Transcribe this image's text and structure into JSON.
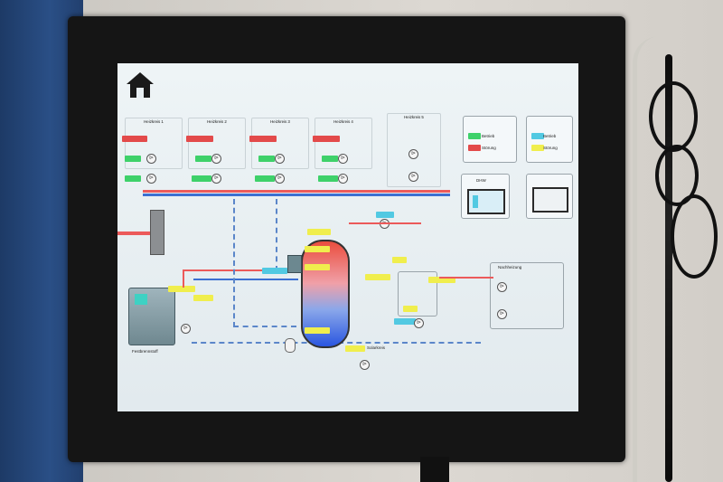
{
  "colors": {
    "heat_red": "#ec5a5a",
    "cold_blue": "#3c6fd1",
    "on_green": "#3ed16a",
    "value_yellow": "#f0ee4d",
    "value_cyan": "#52c9e2"
  },
  "icons": {
    "home": "home-icon"
  },
  "circuits": [
    {
      "title": "Heizkreis 1",
      "lines": [
        "",
        ""
      ],
      "setpoint": "",
      "pump": "",
      "flow": ""
    },
    {
      "title": "Heizkreis 2",
      "lines": [
        "",
        ""
      ],
      "setpoint": "",
      "pump": "",
      "flow": ""
    },
    {
      "title": "Heizkreis 3",
      "lines": [
        "",
        ""
      ],
      "setpoint": "",
      "pump": "",
      "flow": ""
    },
    {
      "title": "Heizkreis 4",
      "lines": [
        "",
        ""
      ],
      "setpoint": "",
      "pump": "",
      "flow": ""
    },
    {
      "title": "Heizkreis 5",
      "lines": [
        "",
        ""
      ],
      "setpoint": "",
      "pump": "",
      "flow": ""
    }
  ],
  "legend": {
    "box1": {
      "title": "",
      "on": "Betrieb",
      "off": "Störung"
    },
    "box2": {
      "title": "",
      "on": "Betrieb",
      "off": "Störung"
    },
    "box3": {
      "title": "DHW"
    },
    "box4": {
      "title": ""
    }
  },
  "storage": {
    "caption": "",
    "t_top": "",
    "t_mid": "",
    "t_bottom": ""
  },
  "boiler": {
    "caption": "Festbrennstoff",
    "sub": ""
  },
  "solar": {
    "title": "Solarkreis"
  },
  "right": {
    "title": "Nachheizung"
  }
}
